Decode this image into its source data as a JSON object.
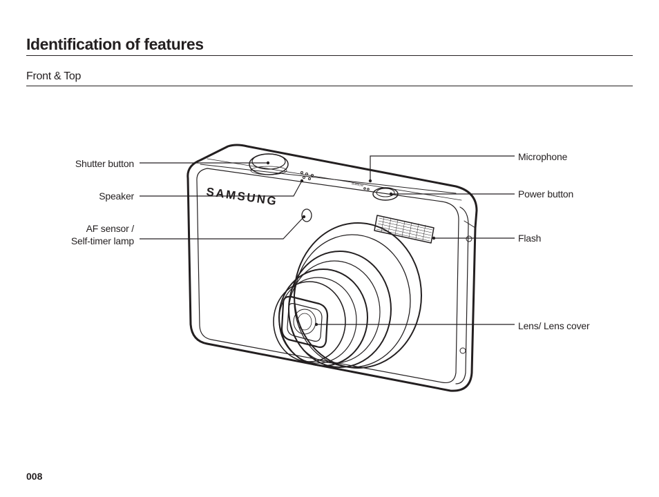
{
  "header": {
    "title": "Identification of features",
    "section": "Front & Top"
  },
  "figure": {
    "brand_logo_text": "SAMSUNG",
    "mode_dial_text": "POWER",
    "callouts": {
      "shutter_button": "Shutter button",
      "speaker": "Speaker",
      "af_sensor_line1": "AF sensor /",
      "af_sensor_line2": "Self-timer lamp",
      "microphone": "Microphone",
      "power_button": "Power button",
      "flash": "Flash",
      "lens": "Lens/ Lens cover"
    }
  },
  "footer": {
    "page_number": "008"
  }
}
